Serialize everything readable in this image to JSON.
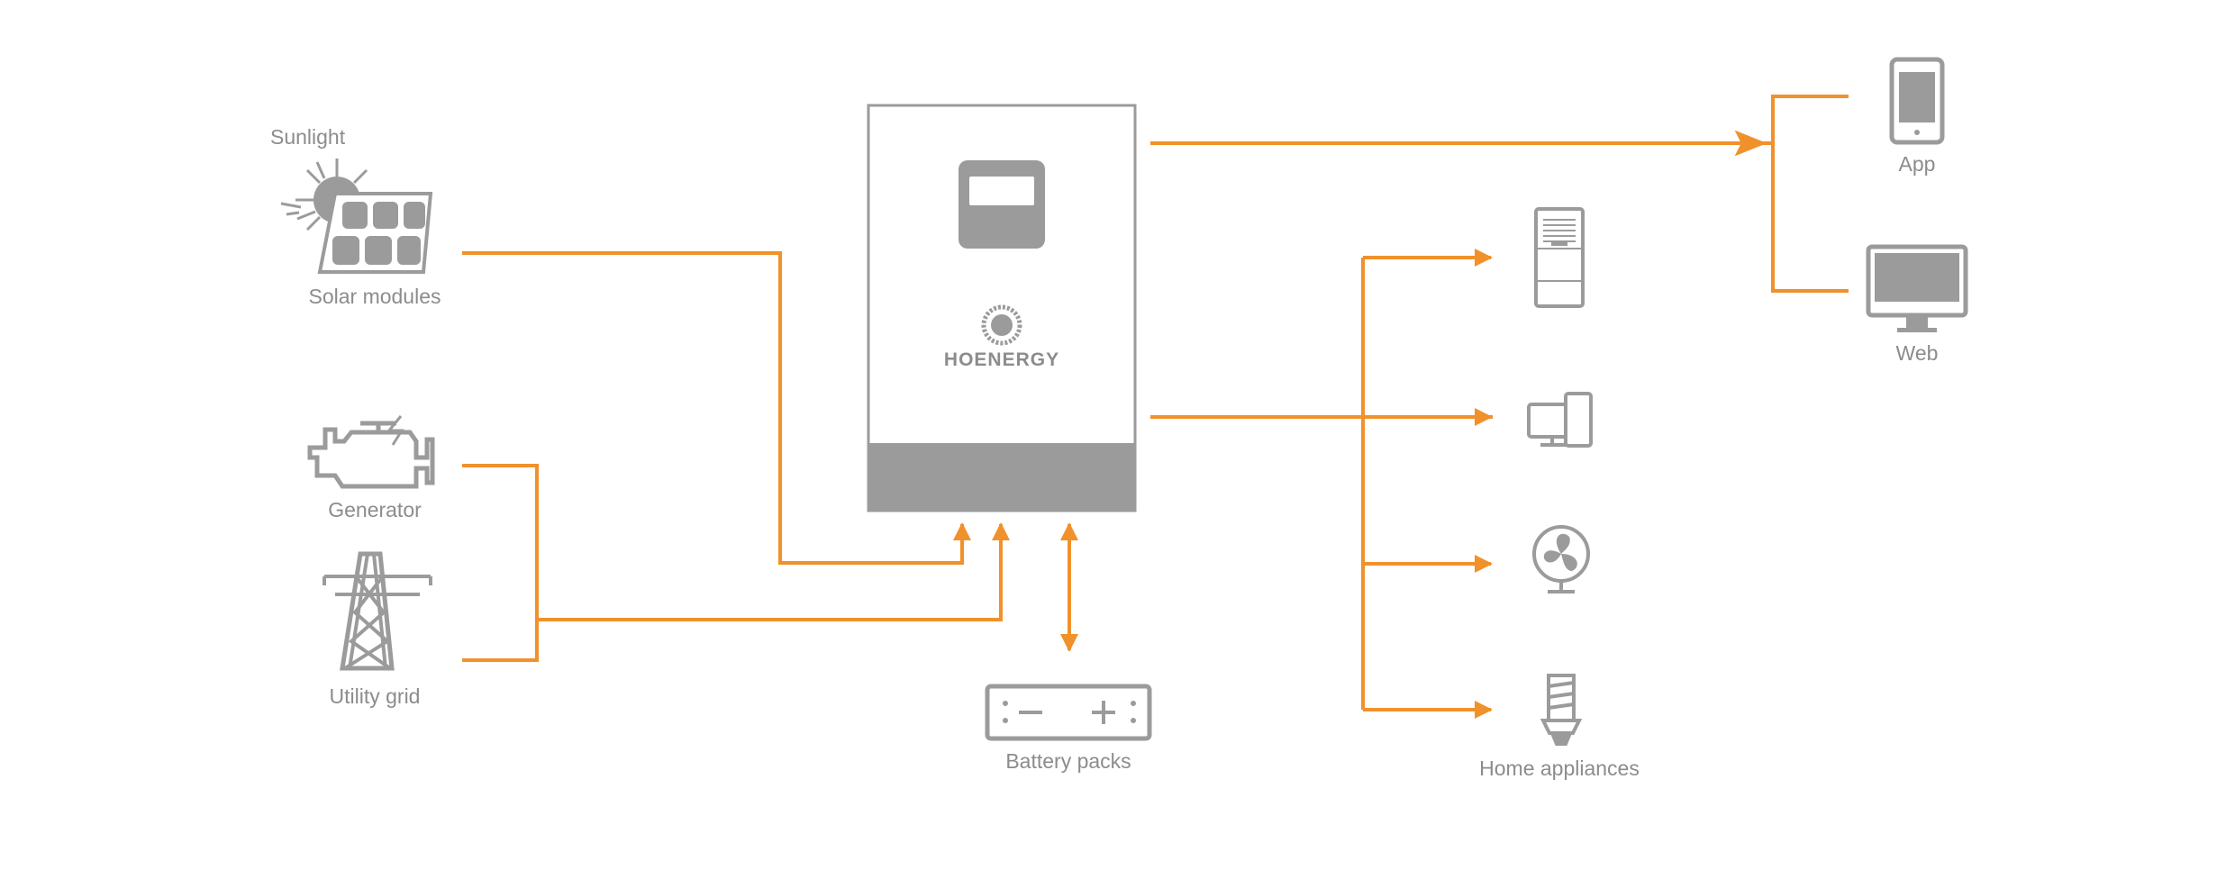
{
  "colors": {
    "flow_line": "#f0912b",
    "icon_gray": "#9b9b9b",
    "text_gray": "#8c8c8c",
    "background": "#ffffff"
  },
  "inverter": {
    "brand": "HOENERGY",
    "icons": [
      "inverter-icon",
      "lcd-screen-icon",
      "brand-logo-icon"
    ]
  },
  "sources": {
    "sunlight_label": "Sunlight",
    "solar_label": "Solar modules",
    "generator_label": "Generator",
    "grid_label": "Utility grid"
  },
  "storage": {
    "battery_label": "Battery packs"
  },
  "loads": {
    "label": "Home appliances",
    "icons": [
      "air-conditioner-icon",
      "computer-icon",
      "fan-icon",
      "light-bulb-icon"
    ]
  },
  "monitoring": {
    "app_label": "App",
    "web_label": "Web",
    "icons": [
      "smartphone-icon",
      "monitor-icon"
    ]
  }
}
